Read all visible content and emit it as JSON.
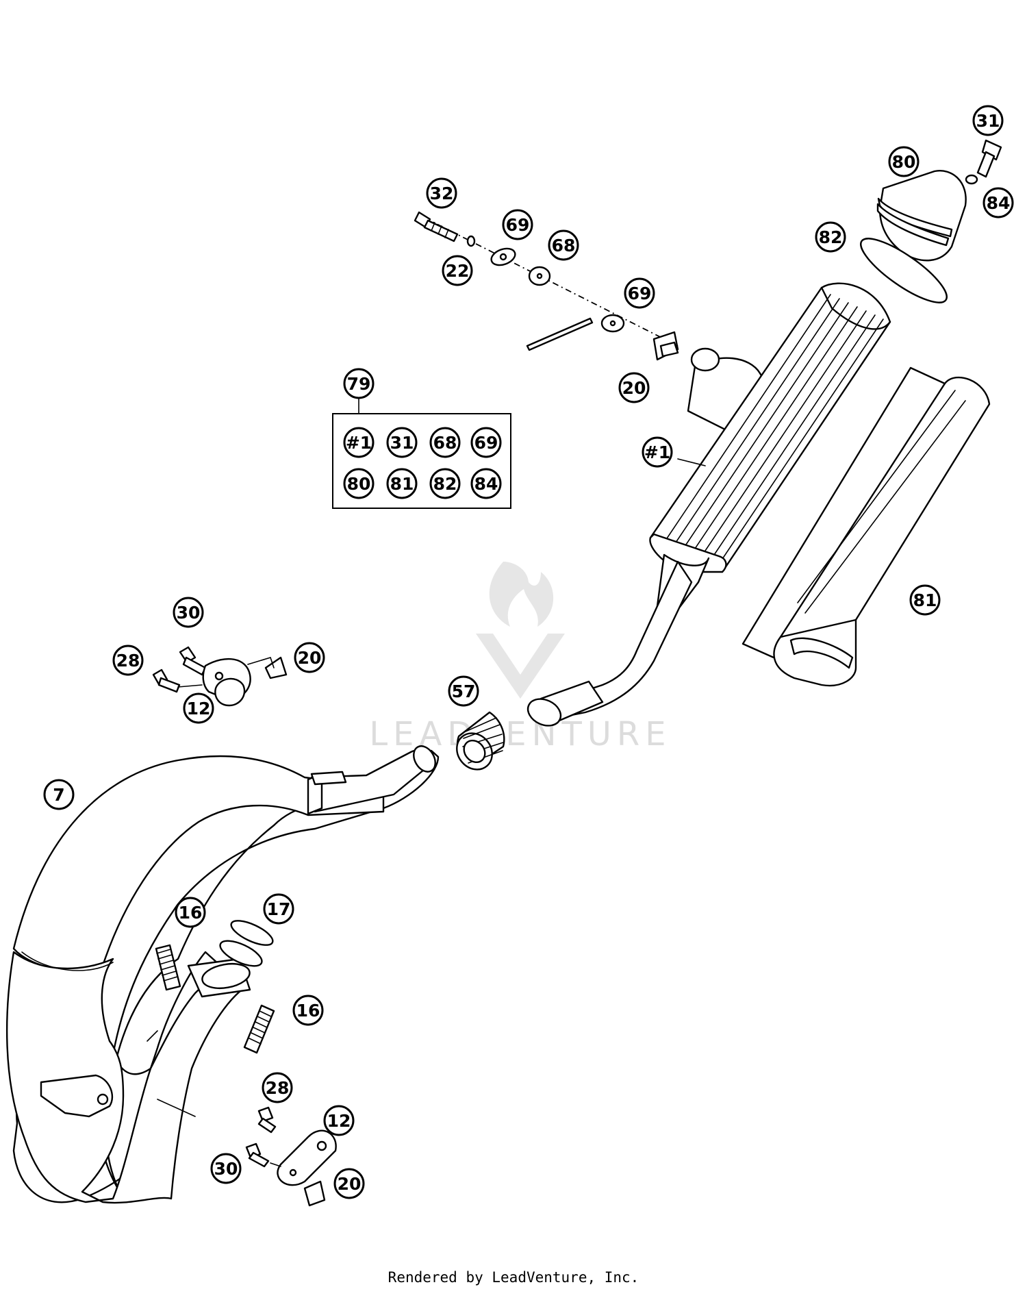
{
  "watermark": {
    "brand": "LEADVENTURE"
  },
  "footer": {
    "text": "Rendered by LeadVenture, Inc."
  },
  "kit": {
    "number": "79",
    "contents": [
      "#1",
      "31",
      "68",
      "69",
      "80",
      "81",
      "82",
      "84"
    ]
  },
  "callouts": [
    {
      "id": "c31",
      "label": "31"
    },
    {
      "id": "c80",
      "label": "80"
    },
    {
      "id": "c84",
      "label": "84"
    },
    {
      "id": "c82",
      "label": "82"
    },
    {
      "id": "c32",
      "label": "32"
    },
    {
      "id": "c69a",
      "label": "69"
    },
    {
      "id": "c68",
      "label": "68"
    },
    {
      "id": "c22",
      "label": "22"
    },
    {
      "id": "c69b",
      "label": "69"
    },
    {
      "id": "c20a",
      "label": "20"
    },
    {
      "id": "c79",
      "label": "79"
    },
    {
      "id": "c1",
      "label": "#1"
    },
    {
      "id": "c81",
      "label": "81"
    },
    {
      "id": "c30a",
      "label": "30"
    },
    {
      "id": "c28a",
      "label": "28"
    },
    {
      "id": "c20b",
      "label": "20"
    },
    {
      "id": "c12a",
      "label": "12"
    },
    {
      "id": "c57",
      "label": "57"
    },
    {
      "id": "c7",
      "label": "7"
    },
    {
      "id": "c16a",
      "label": "16"
    },
    {
      "id": "c17",
      "label": "17"
    },
    {
      "id": "c16b",
      "label": "16"
    },
    {
      "id": "c28b",
      "label": "28"
    },
    {
      "id": "c12b",
      "label": "12"
    },
    {
      "id": "c30b",
      "label": "30"
    },
    {
      "id": "c20c",
      "label": "20"
    }
  ]
}
